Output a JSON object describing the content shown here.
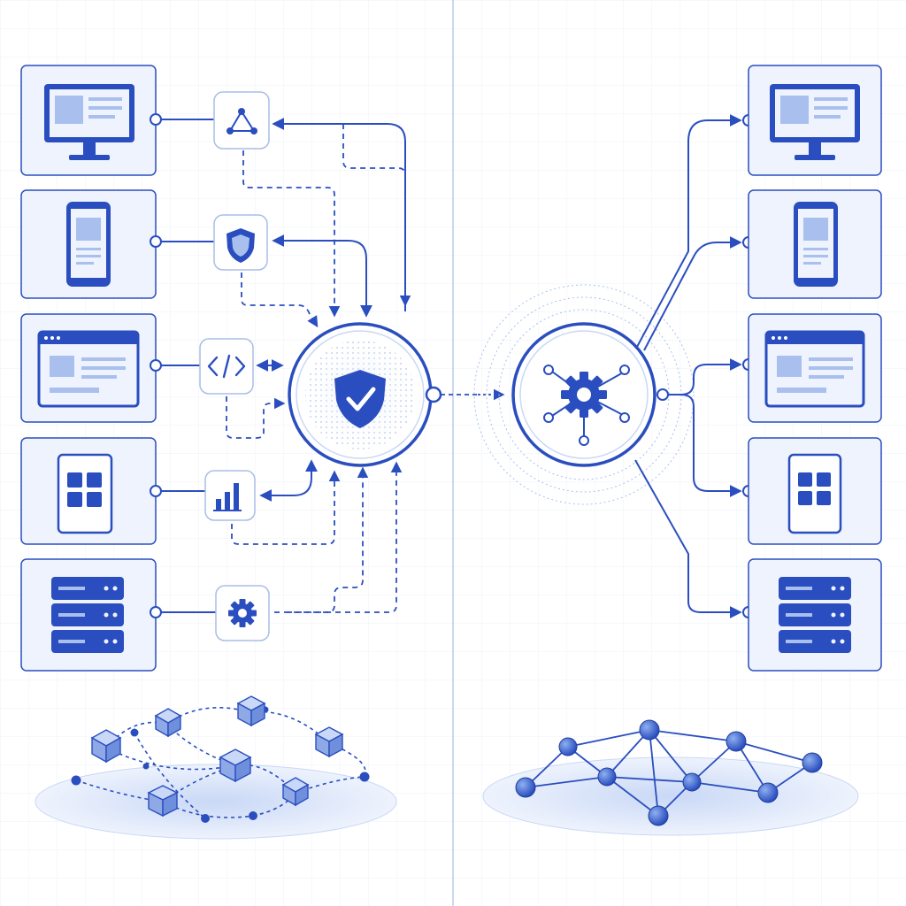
{
  "colors": {
    "primary": "#2a4ebf",
    "primary_dark": "#1f3f9e",
    "fill_light": "#eef3fd",
    "fill_mid": "#a9c0ef",
    "fill_soft": "#c9d8f6",
    "line": "#2a4ebf",
    "grid": "#eef1f8",
    "divider": "#a9bde6",
    "platform": "#dbe5f8"
  },
  "left_panel": {
    "devices": [
      {
        "name": "desktop-card",
        "icon": "desktop-monitor-icon"
      },
      {
        "name": "mobile-phone-card",
        "icon": "mobile-phone-icon"
      },
      {
        "name": "browser-window-card",
        "icon": "browser-window-icon"
      },
      {
        "name": "tablet-apps-card",
        "icon": "tablet-grid-icon"
      },
      {
        "name": "server-rack-card",
        "icon": "server-rack-icon"
      }
    ],
    "connectors": [
      {
        "name": "network-graph-badge",
        "icon": "network-graph-icon"
      },
      {
        "name": "shield-badge",
        "icon": "shield-icon"
      },
      {
        "name": "code-badge",
        "icon": "code-brackets-icon"
      },
      {
        "name": "analytics-badge",
        "icon": "bar-chart-icon"
      },
      {
        "name": "settings-badge",
        "icon": "gear-icon"
      }
    ],
    "hub": {
      "name": "security-hub",
      "icon": "shield-check-icon"
    },
    "base": {
      "name": "distributed-blocks-network",
      "icon": "cube-network-icon"
    }
  },
  "right_panel": {
    "hub": {
      "name": "orchestration-hub",
      "icon": "gear-network-icon"
    },
    "devices": [
      {
        "name": "desktop-card",
        "icon": "desktop-monitor-icon"
      },
      {
        "name": "mobile-phone-card",
        "icon": "mobile-phone-icon"
      },
      {
        "name": "browser-window-card",
        "icon": "browser-window-icon"
      },
      {
        "name": "tablet-apps-card",
        "icon": "tablet-grid-icon"
      },
      {
        "name": "server-rack-card",
        "icon": "server-rack-icon"
      }
    ],
    "base": {
      "name": "mesh-node-network",
      "icon": "sphere-mesh-icon"
    }
  }
}
